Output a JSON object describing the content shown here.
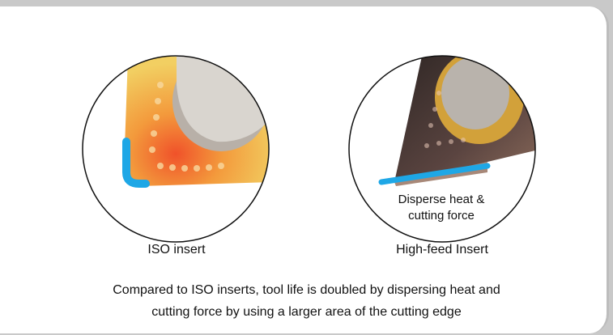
{
  "figures": [
    {
      "caption": "ISO insert"
    },
    {
      "caption": "High-feed Insert",
      "callout_line1": "Disperse heat &",
      "callout_line2": "cutting force"
    }
  ],
  "description_line1": "Compared to ISO inserts, tool life is doubled by dispersing heat and",
  "description_line2": "cutting force by using a larger area of the cutting edge",
  "colors": {
    "cutting_edge_highlight": "#1ea7e6",
    "iso_insert_heat": "#f07a2a",
    "high_feed_body": "#4a3a36"
  }
}
